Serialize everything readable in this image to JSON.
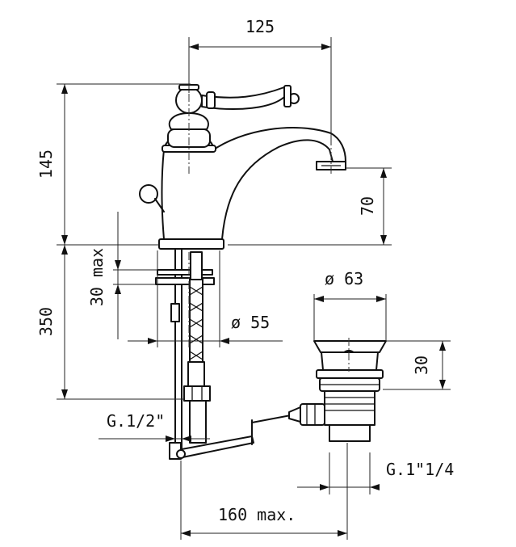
{
  "drawing": {
    "dimensions": {
      "spout_reach": "125",
      "body_height": "145",
      "spout_height": "70",
      "below_deck_length": "350",
      "deck_thickness": "30 max",
      "hole_diameter": "ø 55",
      "waste_diameter": "ø 63",
      "waste_height": "30",
      "inlet_thread": "G.1/2\"",
      "waste_thread": "G.1\"1/4",
      "lever_reach": "160 max."
    }
  }
}
